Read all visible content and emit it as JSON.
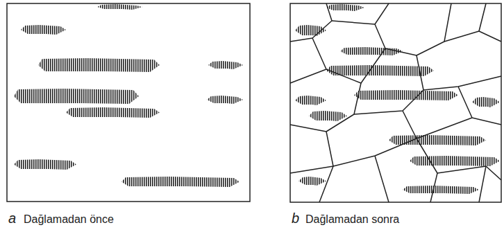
{
  "diagram": {
    "labels": [
      "a",
      "Dağlamadan önce",
      "b",
      "Dağlamadan sonra"
    ]
  }
}
